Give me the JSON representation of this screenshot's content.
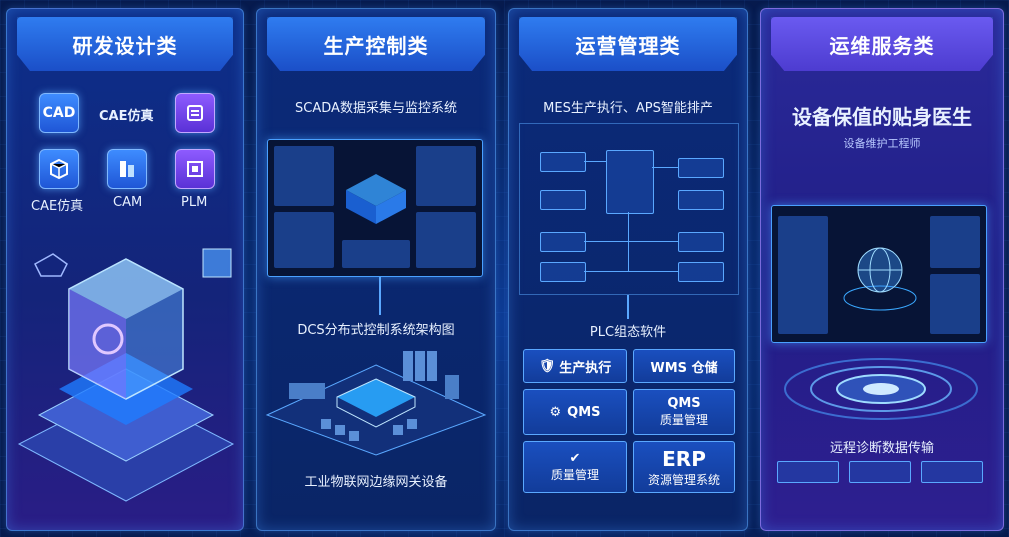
{
  "panels": {
    "rd": {
      "title": "研发设计类",
      "tools": [
        "CAD",
        "CAE仿真",
        "CAE仿真",
        "CAM",
        "PLM"
      ]
    },
    "prod": {
      "title": "生产控制类",
      "scada": "SCADA数据采集与监控系统",
      "dcs": "DCS分布式控制系统架构图",
      "iot": "工业物联网边缘网关设备"
    },
    "ops": {
      "title": "运营管理类",
      "mes": "MES生产执行、APS智能排产",
      "plc": "PLC组态软件",
      "cards": {
        "prod_exec": "生产执行",
        "wms": "WMS 仓储",
        "qms": "QMS",
        "qms2_a": "QMS",
        "qms2_b": "质量管理",
        "quality": "质量管理",
        "erp_a": "ERP",
        "erp_b": "资源管理系统"
      }
    },
    "maint": {
      "title": "运维服务类",
      "slogan": "设备保值的贴身医生",
      "subtitle": "设备维护工程师",
      "remote": "远程诊断数据传输"
    }
  },
  "colors": {
    "accent": "#2f7cf0",
    "purple": "#6a5af0",
    "bg": "#061a4d"
  }
}
